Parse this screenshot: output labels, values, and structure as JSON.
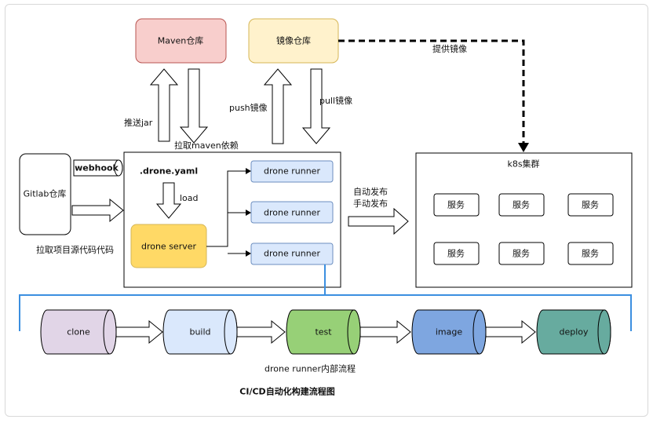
{
  "repos": {
    "maven": "Maven仓库",
    "image": "镜像仓库",
    "gitlab": "Gitlab仓库"
  },
  "arrows": {
    "push_jar": "推送jar",
    "pull_maven": "拉取maven依赖",
    "push_image": "push镜像",
    "pull_image": "pull镜像",
    "provide_image": "提供镜像",
    "pull_source": "拉取项目源代码代码",
    "load": "load",
    "webhook": "webhook",
    "auto_release": "自动发布",
    "manual_release": "手动发布"
  },
  "drone": {
    "yaml": ".drone.yaml",
    "server": "drone server",
    "runners": [
      "drone runner",
      "drone runner",
      "drone runner"
    ]
  },
  "cluster": {
    "title": "k8s集群",
    "services": [
      "服务",
      "服务",
      "服务",
      "服务",
      "服务",
      "服务"
    ]
  },
  "pipeline": {
    "caption": "drone runner内部流程",
    "stages": [
      {
        "label": "clone",
        "fill": "#e1d5e7",
        "stroke": "#9673a6"
      },
      {
        "label": "build",
        "fill": "#dae8fc",
        "stroke": "#6c8ebf"
      },
      {
        "label": "test",
        "fill": "#97d077",
        "stroke": "#5a8a3a"
      },
      {
        "label": "image",
        "fill": "#7ea6e0",
        "stroke": "#4a6fa5"
      },
      {
        "label": "deploy",
        "fill": "#67ab9f",
        "stroke": "#3d7a70"
      }
    ]
  },
  "footer": {
    "title": "CI/CD自动化构建流程图"
  },
  "colors": {
    "maven_fill": "#f8cecc",
    "maven_stroke": "#b85450",
    "image_fill": "#fff2cc",
    "image_stroke": "#d6b656",
    "server_fill": "#ffd966",
    "server_stroke": "#d6b656",
    "runner_fill": "#dae8fc",
    "runner_stroke": "#6c8ebf",
    "link_blue": "#3b8fe0"
  }
}
